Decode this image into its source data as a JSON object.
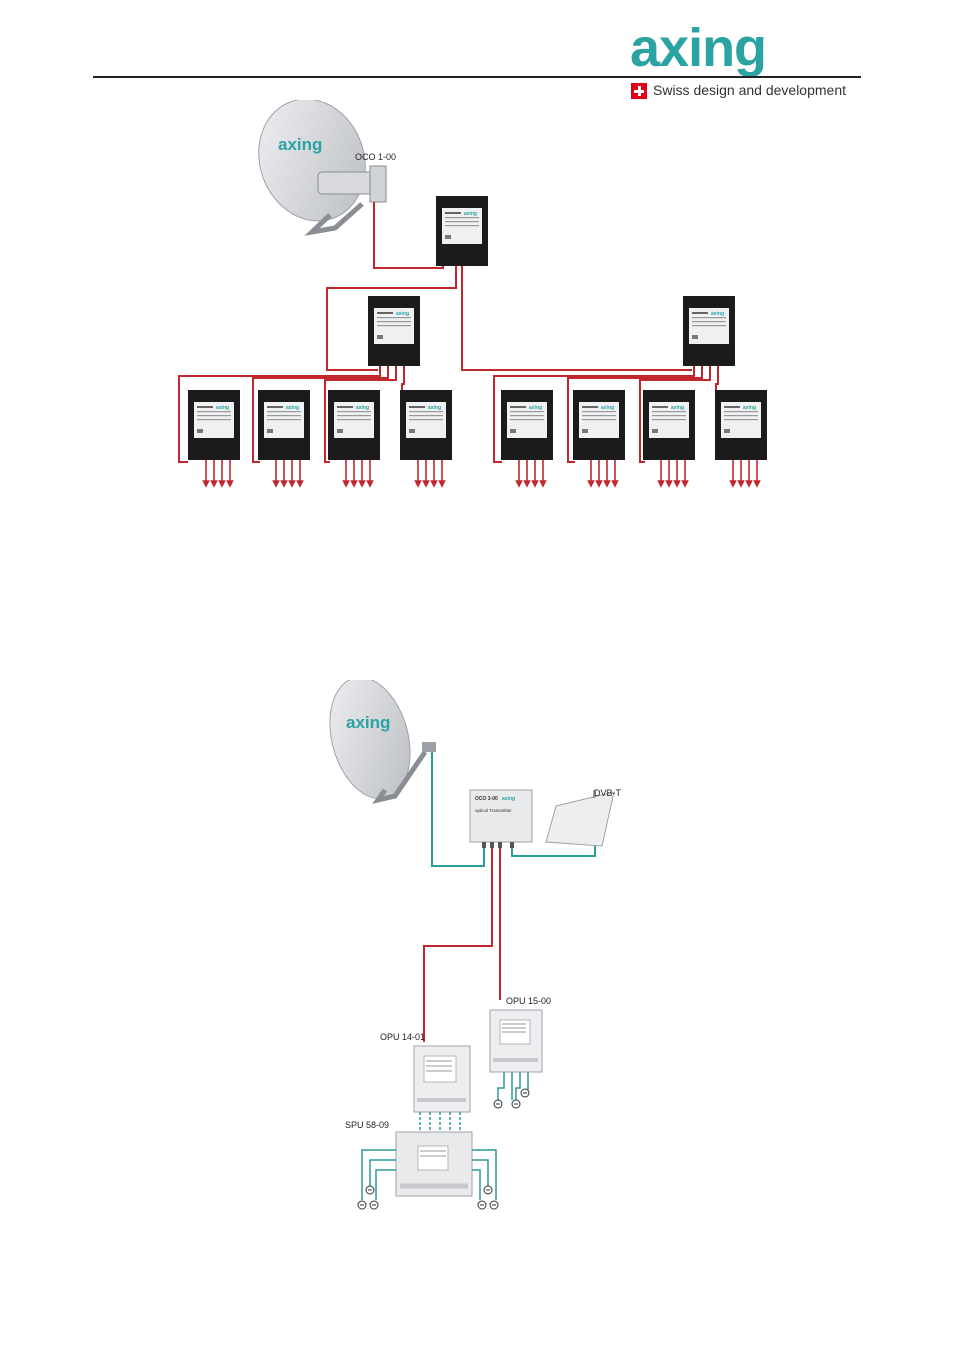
{
  "header": {
    "brand": "axing",
    "tagline": "Swiss design and development",
    "brand_color": "#2aa3a2",
    "flag_color": "#e2001a"
  },
  "diagram_top": {
    "dish_logo": "axing",
    "transmitter_label": "OCO 1-00",
    "distributor_count_level1": 1,
    "distributor_count_level2": 2,
    "distributor_count_level3": 8,
    "outputs_per_distributor": 4,
    "fiber_color": "#c0282d"
  },
  "diagram_bottom": {
    "dish_logo": "axing",
    "transmitter": {
      "model": "OCO 3-00",
      "text": "optical Transmitter"
    },
    "terrestrial_label": "DVB-T",
    "receiver_1": "OPU 15-00",
    "receiver_2": "OPU 14-01",
    "multiswitch": "SPU 58-09",
    "coax_color": "#2a9c9a",
    "fiber_color": "#c0282d"
  }
}
